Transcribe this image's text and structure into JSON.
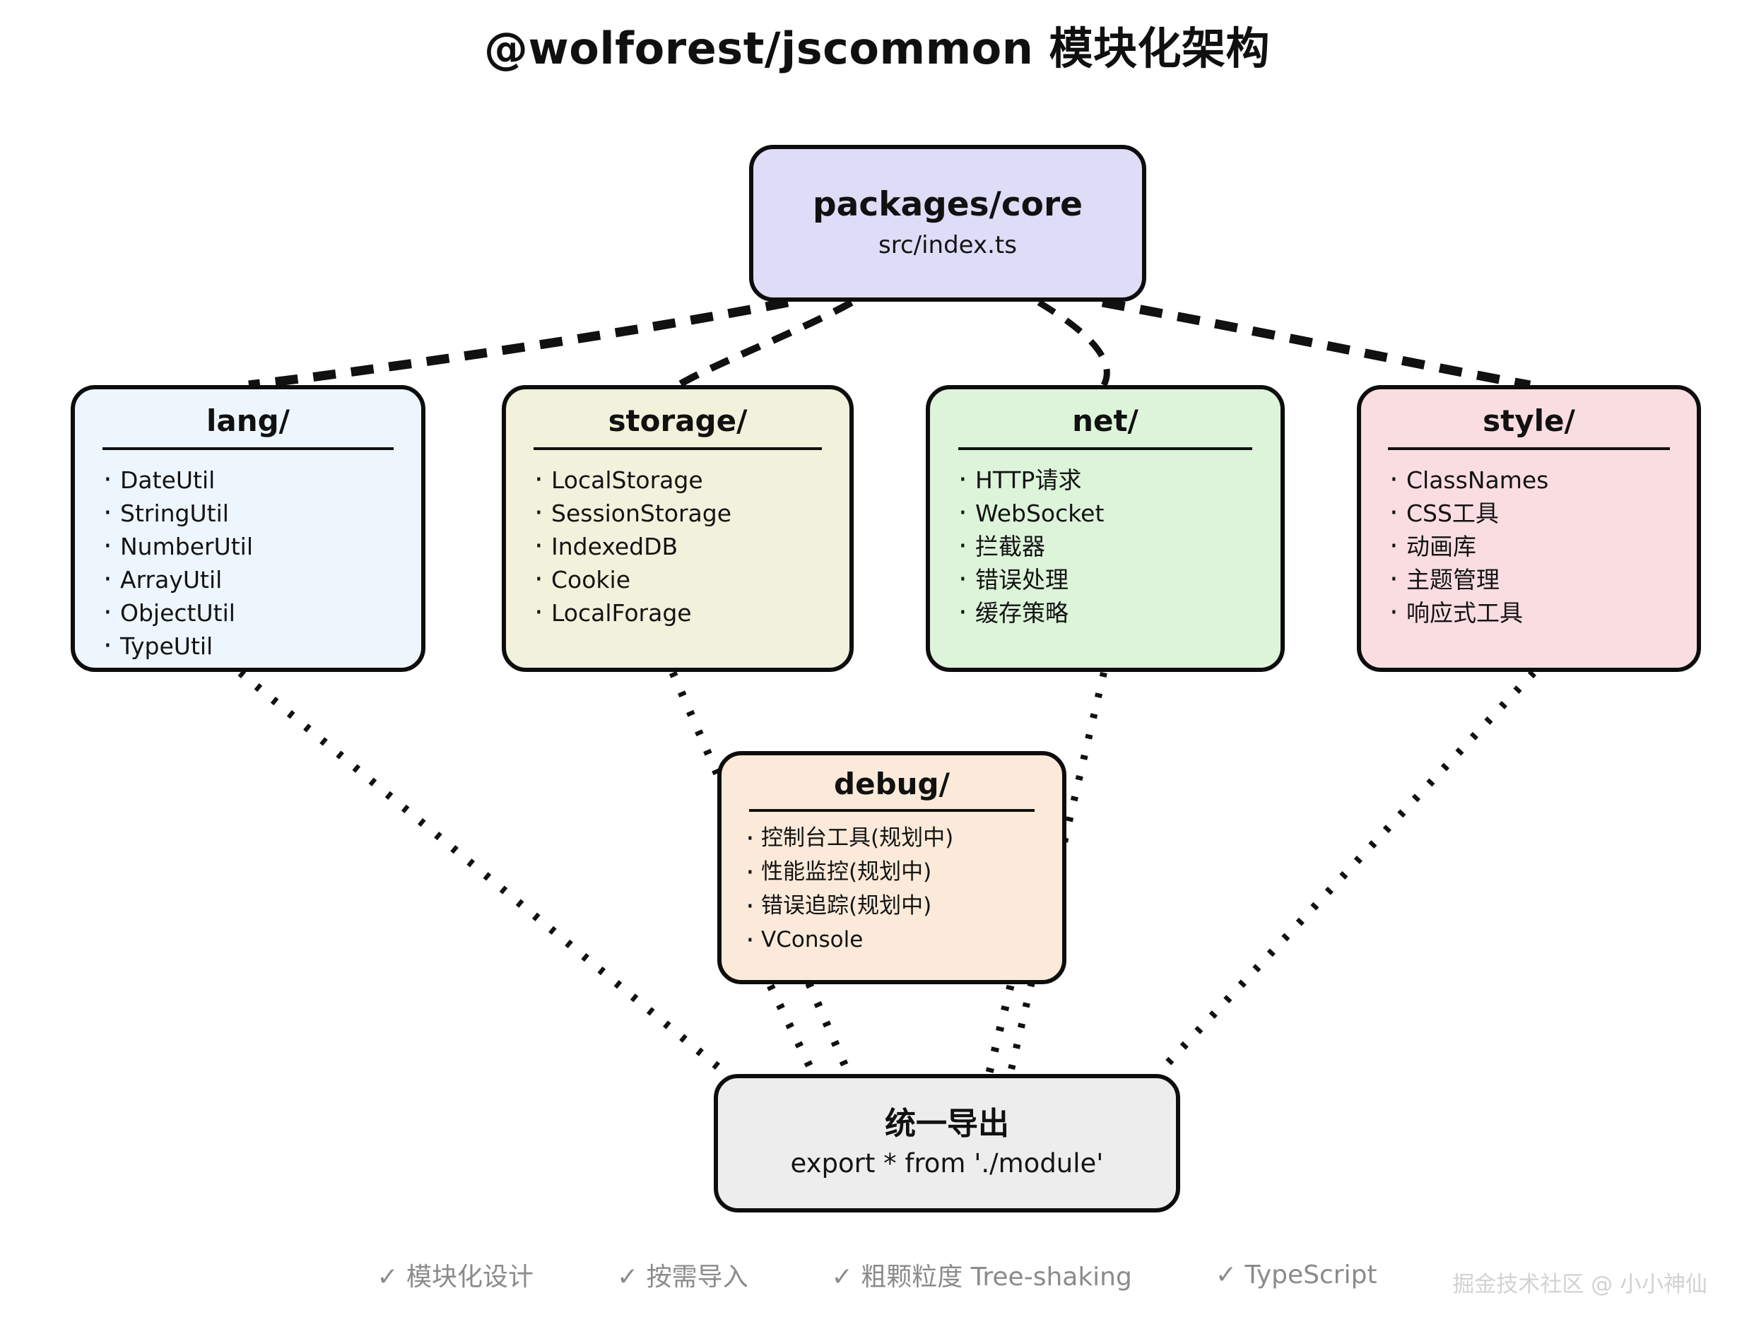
{
  "page": {
    "title": "@wolforest/jscommon 模块化架构",
    "background": "#ffffff"
  },
  "core": {
    "title": "packages/core",
    "subtitle": "src/index.ts",
    "color": "#dedcf7"
  },
  "modules": [
    {
      "id": "lang",
      "title": "lang/",
      "color": "#eef6fd",
      "items": [
        "DateUtil",
        "StringUtil",
        "NumberUtil",
        "ArrayUtil",
        "ObjectUtil",
        "TypeUtil"
      ]
    },
    {
      "id": "storage",
      "title": "storage/",
      "color": "#f1f1dc",
      "items": [
        "LocalStorage",
        "SessionStorage",
        "IndexedDB",
        "Cookie",
        "LocalForage"
      ]
    },
    {
      "id": "net",
      "title": "net/",
      "color": "#ddf4da",
      "items": [
        "HTTP请求",
        "WebSocket",
        "拦截器",
        "错误处理",
        "缓存策略"
      ]
    },
    {
      "id": "style",
      "title": "style/",
      "color": "#fadde1",
      "items": [
        "ClassNames",
        "CSS工具",
        "动画库",
        "主题管理",
        "响应式工具"
      ]
    }
  ],
  "debug": {
    "title": "debug/",
    "color": "#fbead9",
    "items": [
      "控制台工具(规划中)",
      "性能监控(规划中)",
      "错误追踪(规划中)",
      "VConsole"
    ]
  },
  "export_node": {
    "title": "统一导出",
    "subtitle": "export * from './module'",
    "color": "#ededed"
  },
  "footer": {
    "features": [
      "✓ 模块化设计",
      "✓ 按需导入",
      "✓ 粗颗粒度 Tree-shaking",
      "✓ TypeScript"
    ],
    "color": "#8b8b8b"
  },
  "watermark": {
    "text": "掘金技术社区 @ 小小神仙",
    "color": "#d2d2d2"
  },
  "connectors": {
    "style_core_to_modules": "dashed",
    "style_modules_to_export": "dotted",
    "stroke": "#111111"
  }
}
